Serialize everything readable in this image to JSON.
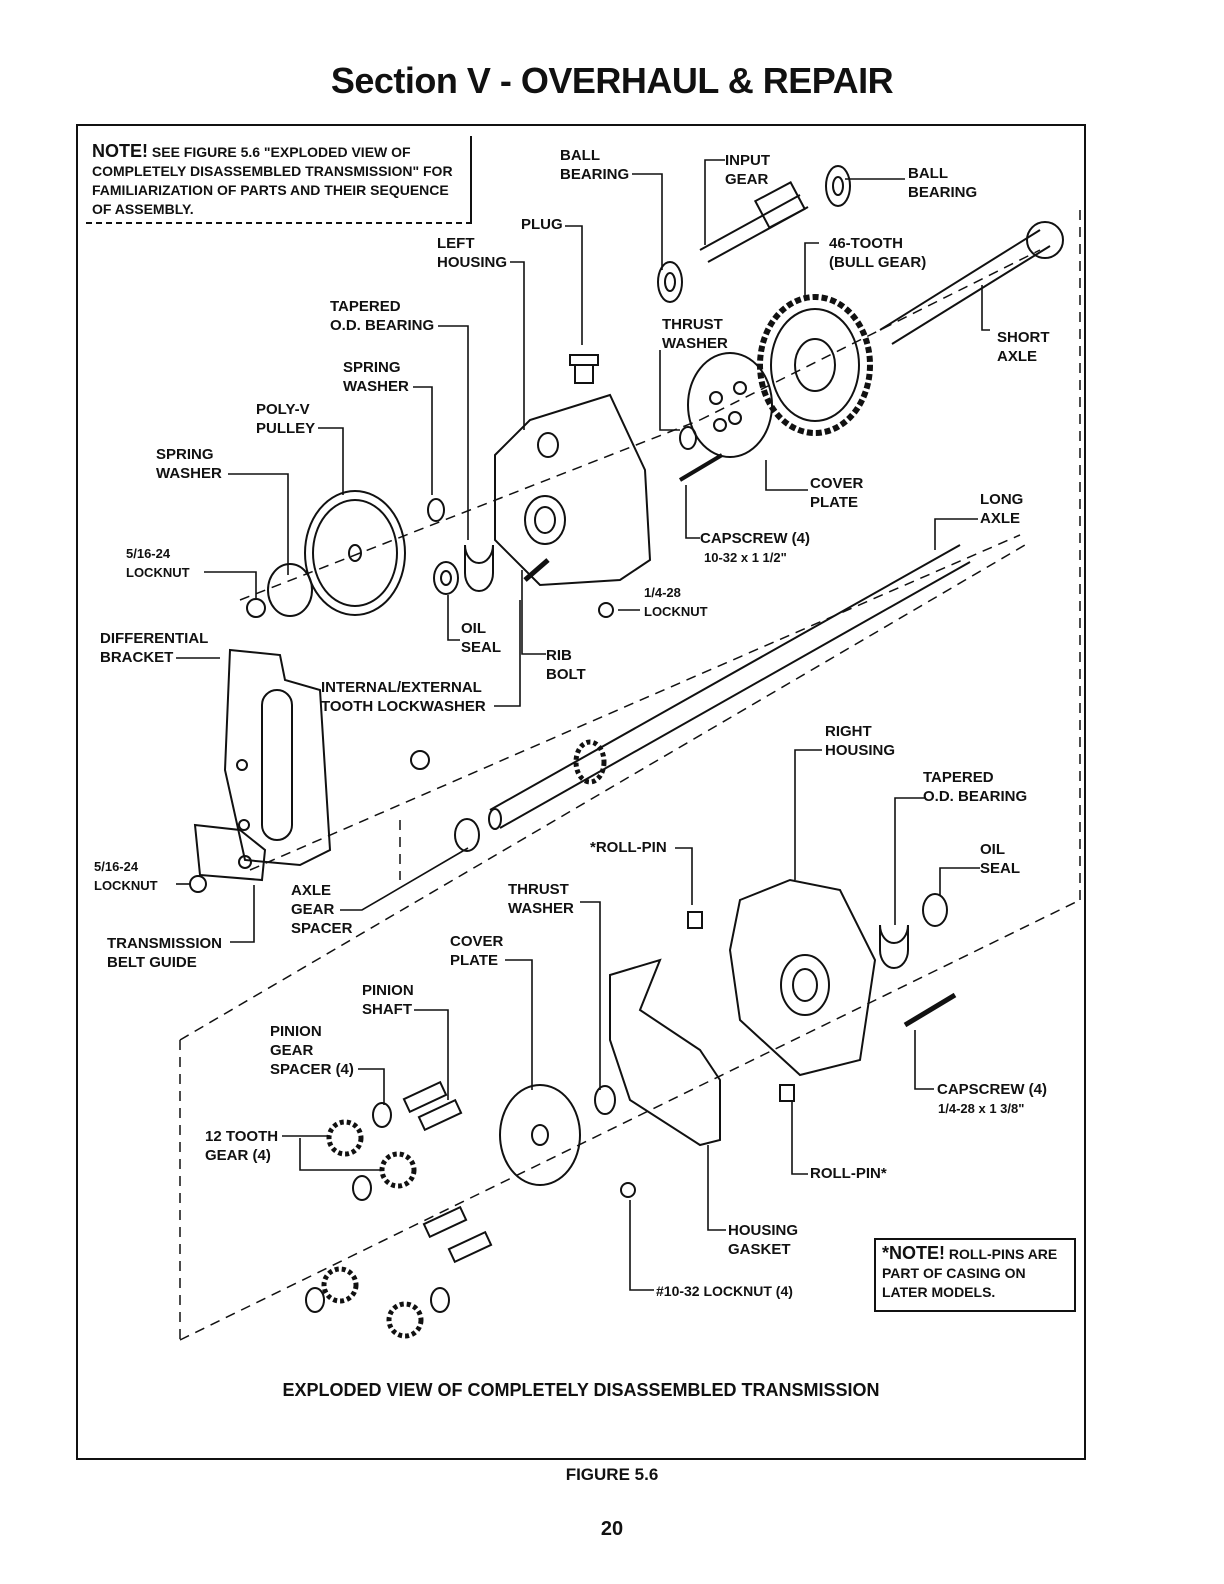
{
  "page": {
    "title": "Section V - OVERHAUL & REPAIR",
    "figure_label": "FIGURE 5.6",
    "page_number": "20"
  },
  "notes": {
    "top": {
      "prefix": "NOTE!",
      "text": " SEE FIGURE 5.6 \"EXPLODED VIEW OF COMPLETELY DISASSEMBLED TRANSMISSION\" FOR FAMILIARIZATION OF PARTS AND THEIR SEQUENCE OF ASSEMBLY."
    },
    "bottom": {
      "prefix": "*NOTE!",
      "text": " ROLL-PINS ARE PART OF CASING ON LATER MODELS."
    }
  },
  "diagram": {
    "caption": "EXPLODED VIEW OF COMPLETELY DISASSEMBLED TRANSMISSION",
    "labels": {
      "ball_bearing_top": "BALL\nBEARING",
      "input_gear": "INPUT\nGEAR",
      "ball_bearing_right": "BALL\nBEARING",
      "plug": "PLUG",
      "left_housing": "LEFT\nHOUSING",
      "bull_gear": "46-TOOTH\n(BULL GEAR)",
      "tapered_bearing_top": "TAPERED\nO.D. BEARING",
      "thrust_washer_top": "THRUST\nWASHER",
      "short_axle": "SHORT\nAXLE",
      "spring_washer_mid": "SPRING\nWASHER",
      "poly_v_pulley": "POLY-V\nPULLEY",
      "spring_washer_left": "SPRING\nWASHER",
      "cover_plate_top": "COVER\nPLATE",
      "long_axle": "LONG\nAXLE",
      "capscrew_top": "CAPSCREW (4)",
      "capscrew_top_size": "10-32 x 1 1/2\"",
      "locknut_516_top": "5/16-24\nLOCKNUT",
      "locknut_14": "1/4-28\nLOCKNUT",
      "oil_seal_top": "OIL\nSEAL",
      "rib_bolt": "RIB\nBOLT",
      "differential_bracket": "DIFFERENTIAL\nBRACKET",
      "lockwasher": "INTERNAL/EXTERNAL\nTOOTH LOCKWASHER",
      "right_housing": "RIGHT\nHOUSING",
      "tapered_bearing_bottom": "TAPERED\nO.D. BEARING",
      "roll_pin_top": "*ROLL-PIN",
      "oil_seal_bottom": "OIL\nSEAL",
      "locknut_516_bottom": "5/16-24\nLOCKNUT",
      "axle_gear_spacer": "AXLE\nGEAR\nSPACER",
      "thrust_washer_bottom": "THRUST\nWASHER",
      "transmission_belt_guide": "TRANSMISSION\nBELT GUIDE",
      "cover_plate_bottom": "COVER\nPLATE",
      "pinion_shaft": "PINION\nSHAFT",
      "pinion_gear_spacer": "PINION\nGEAR\nSPACER (4)",
      "capscrew_bottom": "CAPSCREW (4)",
      "capscrew_bottom_size": "1/4-28 x 1 3/8\"",
      "twelve_tooth_gear": "12 TOOTH\nGEAR (4)",
      "roll_pin_bottom": "ROLL-PIN*",
      "housing_gasket": "HOUSING\nGASKET",
      "locknut_1032": "#10-32 LOCKNUT (4)"
    }
  }
}
